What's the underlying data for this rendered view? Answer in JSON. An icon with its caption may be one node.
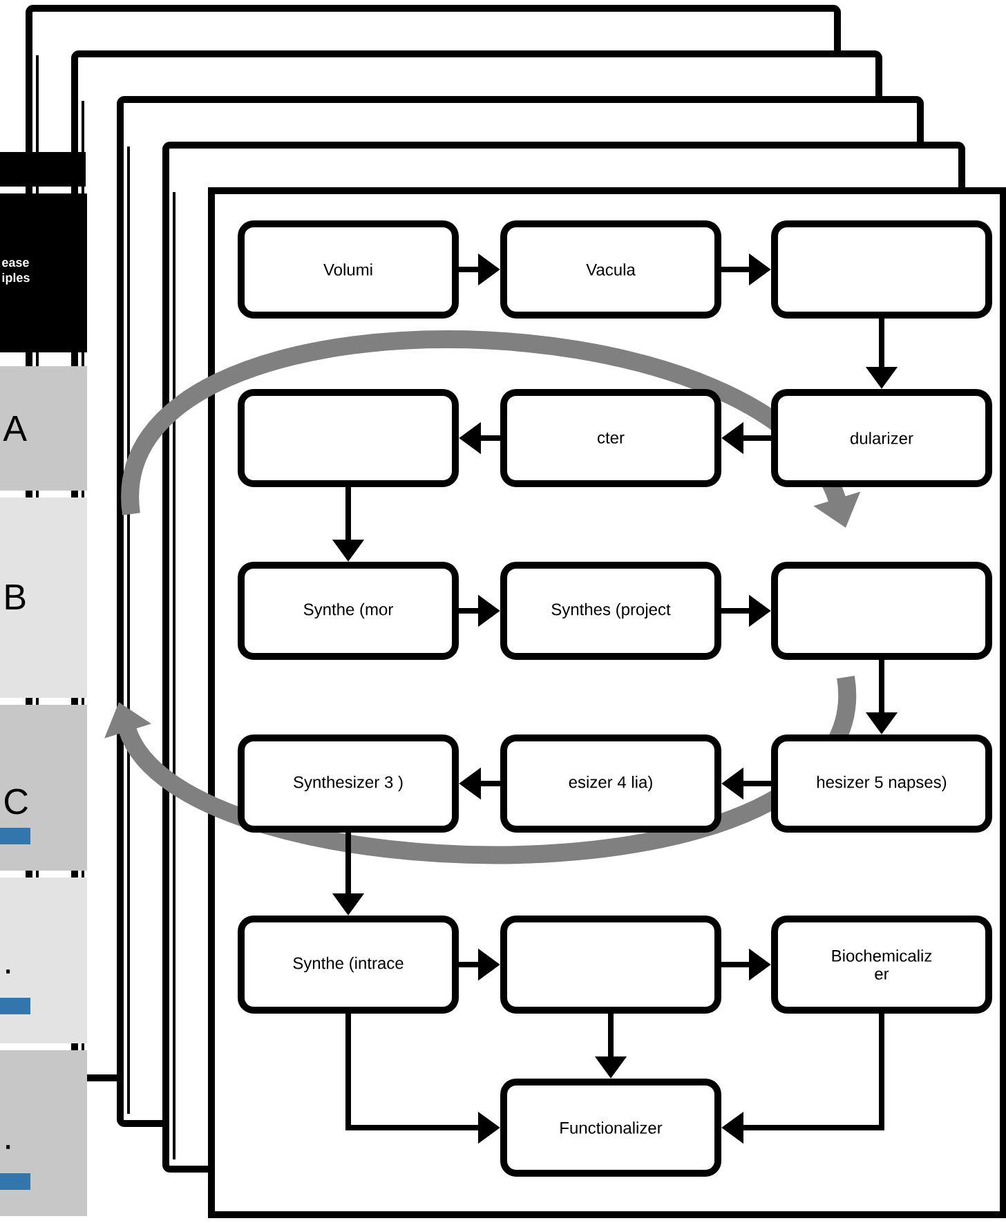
{
  "diagram": {
    "nodes": [
      {
        "text": [
          "Volumi"
        ]
      },
      {
        "text": [
          "Vacula"
        ]
      },
      {
        "text": [],
        "shape": "box"
      },
      {
        "text": [],
        "shape": "box"
      },
      {
        "text": [
          "cter"
        ]
      },
      {
        "text": [
          "dularizer"
        ]
      },
      {
        "text": [
          "Synthe (mor"
        ]
      },
      {
        "text": [
          "Synthes (project"
        ]
      },
      {
        "text": [],
        "shape": "box"
      },
      {
        "text": [
          "Synthesizer 3 )"
        ]
      },
      {
        "text": [
          "esizer 4 lia)"
        ]
      },
      {
        "text": [
          "hesizer 5 napses)"
        ]
      },
      {
        "text": [
          "Synthe (intrace"
        ]
      },
      {
        "text": [],
        "shape": "box"
      },
      {
        "text": [
          "Biochemicaliz er"
        ]
      },
      {
        "text": [
          "Functionalizer"
        ]
      }
    ],
    "edges": [
      {
        "from": 0,
        "to": 1,
        "arrow": "to"
      },
      {
        "from": 1,
        "to": 2,
        "arrow": "to"
      },
      {
        "from": 2,
        "to": 5,
        "arrow": "to"
      },
      {
        "from": 5,
        "to": 4,
        "arrow": "to"
      },
      {
        "from": 4,
        "to": 3,
        "arrow": "to"
      },
      {
        "from": 3,
        "to": 6,
        "arrow": "to"
      },
      {
        "from": 6,
        "to": 7,
        "arrow": "to"
      },
      {
        "from": 7,
        "to": 8,
        "arrow": "to"
      },
      {
        "from": 8,
        "to": 11,
        "arrow": "to"
      },
      {
        "from": 11,
        "to": 10,
        "arrow": "to"
      },
      {
        "from": 10,
        "to": 9,
        "arrow": "to"
      },
      {
        "from": 9,
        "to": 12,
        "arrow": "to"
      },
      {
        "from": 12,
        "to": 13,
        "arrow": "to"
      },
      {
        "from": 13,
        "to": 14,
        "arrow": "to"
      },
      {
        "from": 13,
        "to": 15,
        "arrow": "to"
      },
      {
        "from": 12,
        "to": 15,
        "arrow": "to"
      },
      {
        "from": 14,
        "to": 15,
        "arrow": "to"
      }
    ],
    "labels": [
      "ease iples",
      "A",
      "B",
      "C",
      ".",
      "."
    ]
  }
}
